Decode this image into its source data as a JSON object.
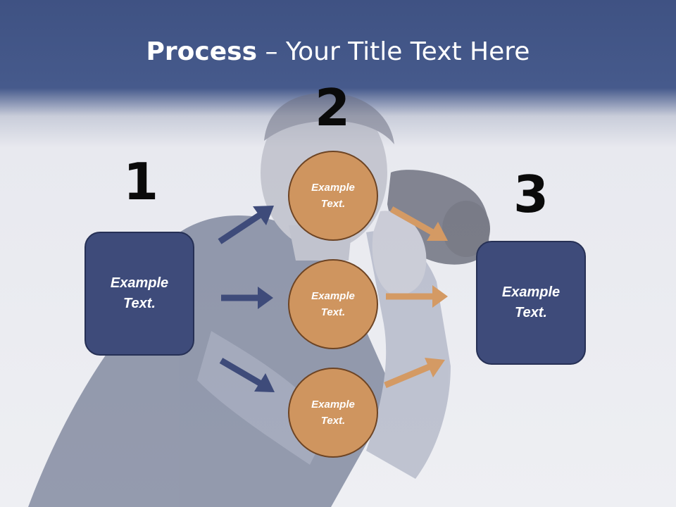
{
  "title": {
    "bold": "Process",
    "rest": " – Your Title Text Here"
  },
  "steps": [
    {
      "number": "1",
      "box": {
        "line1": "Example",
        "line2": "Text."
      }
    },
    {
      "number": "2",
      "circles": [
        {
          "line1": "Example",
          "line2": "Text."
        },
        {
          "line1": "Example",
          "line2": "Text."
        },
        {
          "line1": "Example",
          "line2": "Text."
        }
      ]
    },
    {
      "number": "3",
      "box": {
        "line1": "Example",
        "line2": "Text."
      }
    }
  ],
  "colors": {
    "header": "#465a8c",
    "box": "#3e4b7a",
    "circle": "#cf955f",
    "left_arrow": "#3e4b7a",
    "right_arrow": "#d49a64"
  }
}
